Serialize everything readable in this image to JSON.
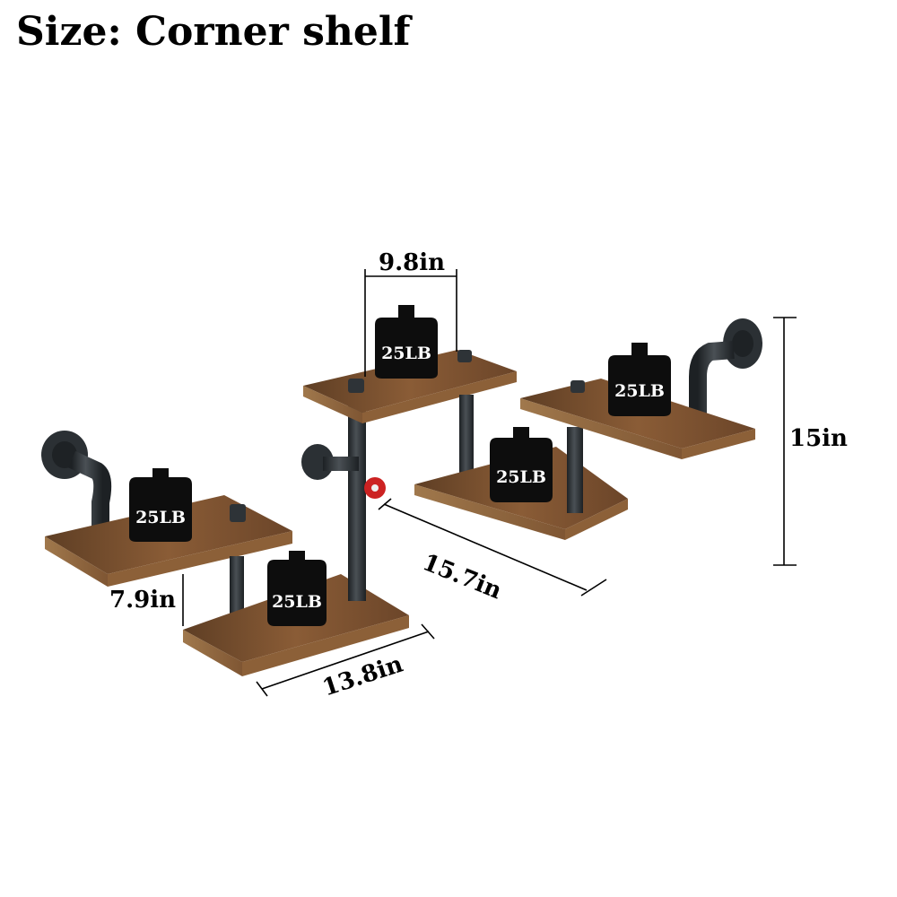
{
  "title": "Size: Corner shelf",
  "dimensions": {
    "top_width": "9.8in",
    "height": "15in",
    "span": "15.7in",
    "depth": "7.9in",
    "shelf_length": "13.8in"
  },
  "weight_label": "25LB",
  "colors": {
    "wood": "#7a5030",
    "pipe": "#2e3337",
    "valve": "#cc2222",
    "weight": "#0d0d0d"
  }
}
